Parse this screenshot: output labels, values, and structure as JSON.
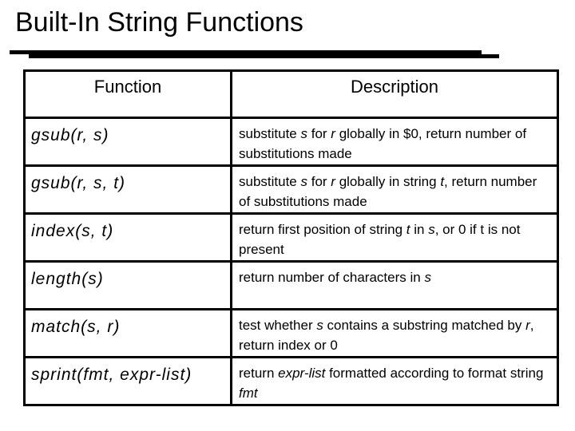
{
  "title": "Built-In String Functions",
  "colors": {
    "background": "#ffffff",
    "text": "#000000",
    "border": "#000000",
    "title_rule": "#000000"
  },
  "table": {
    "headers": [
      "Function",
      "Description"
    ],
    "rows": [
      {
        "function": "gsub(r, s)",
        "description": [
          {
            "text": "substitute ",
            "italic": false
          },
          {
            "text": "s",
            "italic": true
          },
          {
            "text": " for ",
            "italic": false
          },
          {
            "text": "r",
            "italic": true
          },
          {
            "text": " globally in $0, return number of substitutions made",
            "italic": false
          }
        ]
      },
      {
        "function": "gsub(r, s, t)",
        "description": [
          {
            "text": "substitute ",
            "italic": false
          },
          {
            "text": "s",
            "italic": true
          },
          {
            "text": " for ",
            "italic": false
          },
          {
            "text": "r",
            "italic": true
          },
          {
            "text": " globally in string ",
            "italic": false
          },
          {
            "text": "t",
            "italic": true
          },
          {
            "text": ", return number of substitutions made",
            "italic": false
          }
        ]
      },
      {
        "function": "index(s, t)",
        "description": [
          {
            "text": "return first position of string ",
            "italic": false
          },
          {
            "text": "t",
            "italic": true
          },
          {
            "text": " in ",
            "italic": false
          },
          {
            "text": "s",
            "italic": true
          },
          {
            "text": ", or 0 if t is not present",
            "italic": false
          }
        ]
      },
      {
        "function": "length(s)",
        "description": [
          {
            "text": "return number of characters in ",
            "italic": false
          },
          {
            "text": "s",
            "italic": true
          }
        ]
      },
      {
        "function": "match(s, r)",
        "description": [
          {
            "text": "test whether ",
            "italic": false
          },
          {
            "text": "s",
            "italic": true
          },
          {
            "text": " contains a substring matched by ",
            "italic": false
          },
          {
            "text": "r",
            "italic": true
          },
          {
            "text": ", return index or 0",
            "italic": false
          }
        ]
      },
      {
        "function": "sprint(fmt, expr-list)",
        "description": [
          {
            "text": "return ",
            "italic": false
          },
          {
            "text": "expr-list",
            "italic": true
          },
          {
            "text": " formatted according to format string ",
            "italic": false
          },
          {
            "text": "fmt",
            "italic": true
          }
        ]
      }
    ]
  }
}
